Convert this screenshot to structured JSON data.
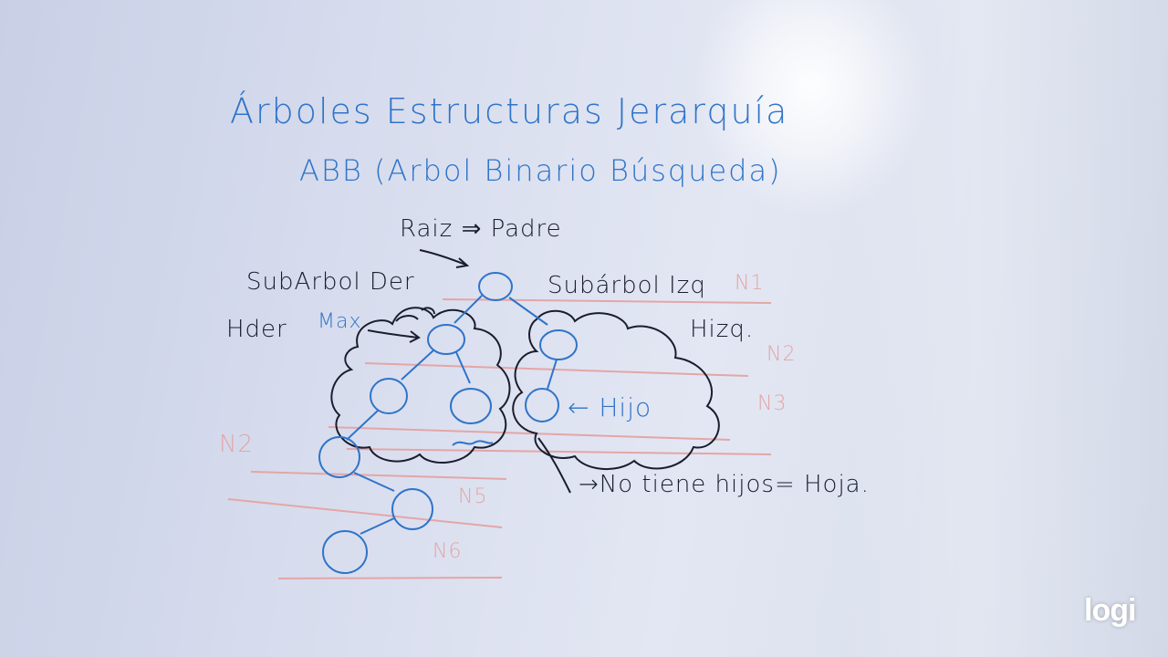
{
  "board": {
    "title": "Árboles Estructuras Jerarquía",
    "subtitle": "ABB (Arbol Binario Búsqueda)",
    "labels": {
      "root": "Raiz ⇒ Padre",
      "right_subtree": "SubArbol Der",
      "left_subtree": "Subárbol Izq",
      "right_child": "Hder",
      "max": "Max",
      "left_child": "Hizq.",
      "child": "← Hijo",
      "leaf": "→No tiene hijos= Hoja."
    },
    "levels": [
      "N1",
      "N2",
      "N3",
      "N2",
      "N5",
      "N6"
    ]
  },
  "logo": "logi",
  "colors": {
    "marker_blue": "#2f74c8",
    "marker_black": "#1a1d2e",
    "marker_pink": "#e3a6a6",
    "board": "#d9deef"
  }
}
